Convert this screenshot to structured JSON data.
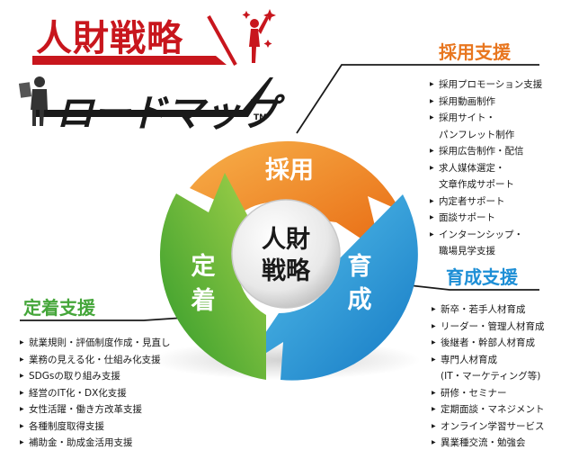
{
  "logo": {
    "line1": "人財戦略",
    "line2": "ロードマップ",
    "tm": "TM"
  },
  "cycle": {
    "center": [
      "人財",
      "戦略"
    ],
    "saiyo": "採用",
    "ikusei": [
      "育",
      "成"
    ],
    "teichaku": [
      "定",
      "着"
    ]
  },
  "sections": {
    "saiyo": {
      "title": "採用支援",
      "items": [
        {
          "text": "採用プロモーション支援",
          "bullet": true
        },
        {
          "text": "採用動画制作",
          "bullet": true
        },
        {
          "text": "採用サイト・",
          "bullet": true
        },
        {
          "text": "パンフレット制作",
          "bullet": false
        },
        {
          "text": "採用広告制作・配信",
          "bullet": true
        },
        {
          "text": "求人媒体選定・",
          "bullet": true
        },
        {
          "text": "文章作成サポート",
          "bullet": false
        },
        {
          "text": "内定者サポート",
          "bullet": true
        },
        {
          "text": "面談サポート",
          "bullet": true
        },
        {
          "text": "インターンシップ・",
          "bullet": true
        },
        {
          "text": "職場見学支援",
          "bullet": false
        }
      ]
    },
    "ikusei": {
      "title": "育成支援",
      "items": [
        {
          "text": "新卒・若手人材育成",
          "bullet": true
        },
        {
          "text": "リーダー・管理人材育成",
          "bullet": true
        },
        {
          "text": "後継者・幹部人材育成",
          "bullet": true
        },
        {
          "text": "専門人材育成",
          "bullet": true
        },
        {
          "text": "(IT・マーケティング等)",
          "bullet": false
        },
        {
          "text": "研修・セミナー",
          "bullet": true
        },
        {
          "text": "定期面談・マネジメント",
          "bullet": true
        },
        {
          "text": "オンライン学習サービス",
          "bullet": true
        },
        {
          "text": "異業種交流・勉強会",
          "bullet": true
        }
      ]
    },
    "teichaku": {
      "title": "定着支援",
      "items": [
        {
          "text": "就業規則・評価制度作成・見直し",
          "bullet": true
        },
        {
          "text": "業務の見える化・仕組み化支援",
          "bullet": true
        },
        {
          "text": "SDGsの取り組み支援",
          "bullet": true
        },
        {
          "text": "経営のIT化・DX化支援",
          "bullet": true
        },
        {
          "text": "女性活躍・働き方改革支援",
          "bullet": true
        },
        {
          "text": "各種制度取得支援",
          "bullet": true
        },
        {
          "text": "補助金・助成金活用支援",
          "bullet": true
        }
      ]
    }
  },
  "colors": {
    "saiyo": "#f08a24",
    "ikusei": "#1e9ad6",
    "teichaku": "#55b033",
    "logo_red": "#c8161d"
  }
}
